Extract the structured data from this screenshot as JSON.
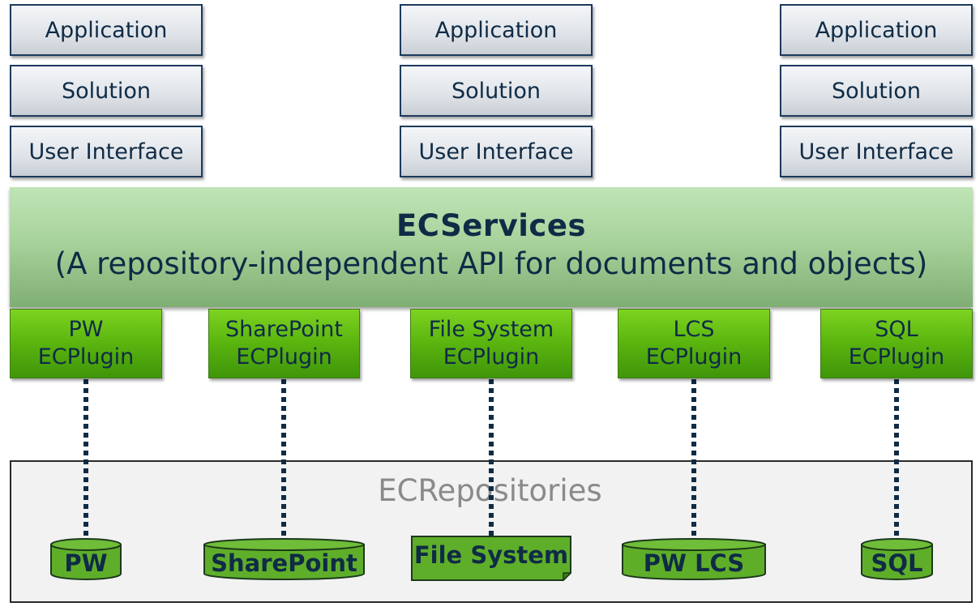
{
  "stacks": [
    {
      "application": "Application",
      "solution": "Solution",
      "user_interface": "User Interface"
    },
    {
      "application": "Application",
      "solution": "Solution",
      "user_interface": "User Interface"
    },
    {
      "application": "Application",
      "solution": "Solution",
      "user_interface": "User Interface"
    }
  ],
  "ecservices": {
    "title": "ECServices",
    "subtitle": "(A repository-independent API for documents and objects)"
  },
  "plugins": [
    {
      "line1": "PW",
      "line2": "ECPlugin"
    },
    {
      "line1": "SharePoint",
      "line2": "ECPlugin"
    },
    {
      "line1": "File System",
      "line2": "ECPlugin"
    },
    {
      "line1": "LCS",
      "line2": "ECPlugin"
    },
    {
      "line1": "SQL",
      "line2": "ECPlugin"
    }
  ],
  "repositories": {
    "title": "ECRepositories",
    "items": [
      "PW",
      "SharePoint",
      "File System",
      "PW LCS",
      "SQL"
    ]
  },
  "colors": {
    "layer_border": "#1d3a5c",
    "ecservices_green": "#a8d39c",
    "plugin_green": "#5db70f",
    "repo_green": "#5fae2a",
    "text_dark": "#0f2b46",
    "repo_title_gray": "#8a8a8a"
  }
}
